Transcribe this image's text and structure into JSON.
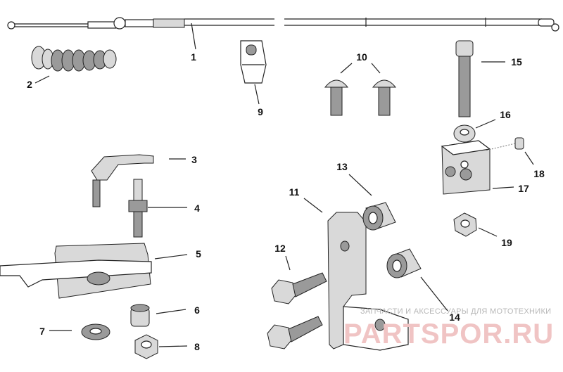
{
  "callouts": [
    "1",
    "2",
    "3",
    "4",
    "5",
    "6",
    "7",
    "8",
    "9",
    "10",
    "11",
    "12",
    "13",
    "14",
    "15",
    "16",
    "17",
    "18",
    "19"
  ],
  "watermark": {
    "line1": "ЗАПЧАСТИ И АКСЕССУАРЫ ДЛЯ МОТОТЕХНИКИ",
    "line2": "PARTSPOR.RU"
  }
}
